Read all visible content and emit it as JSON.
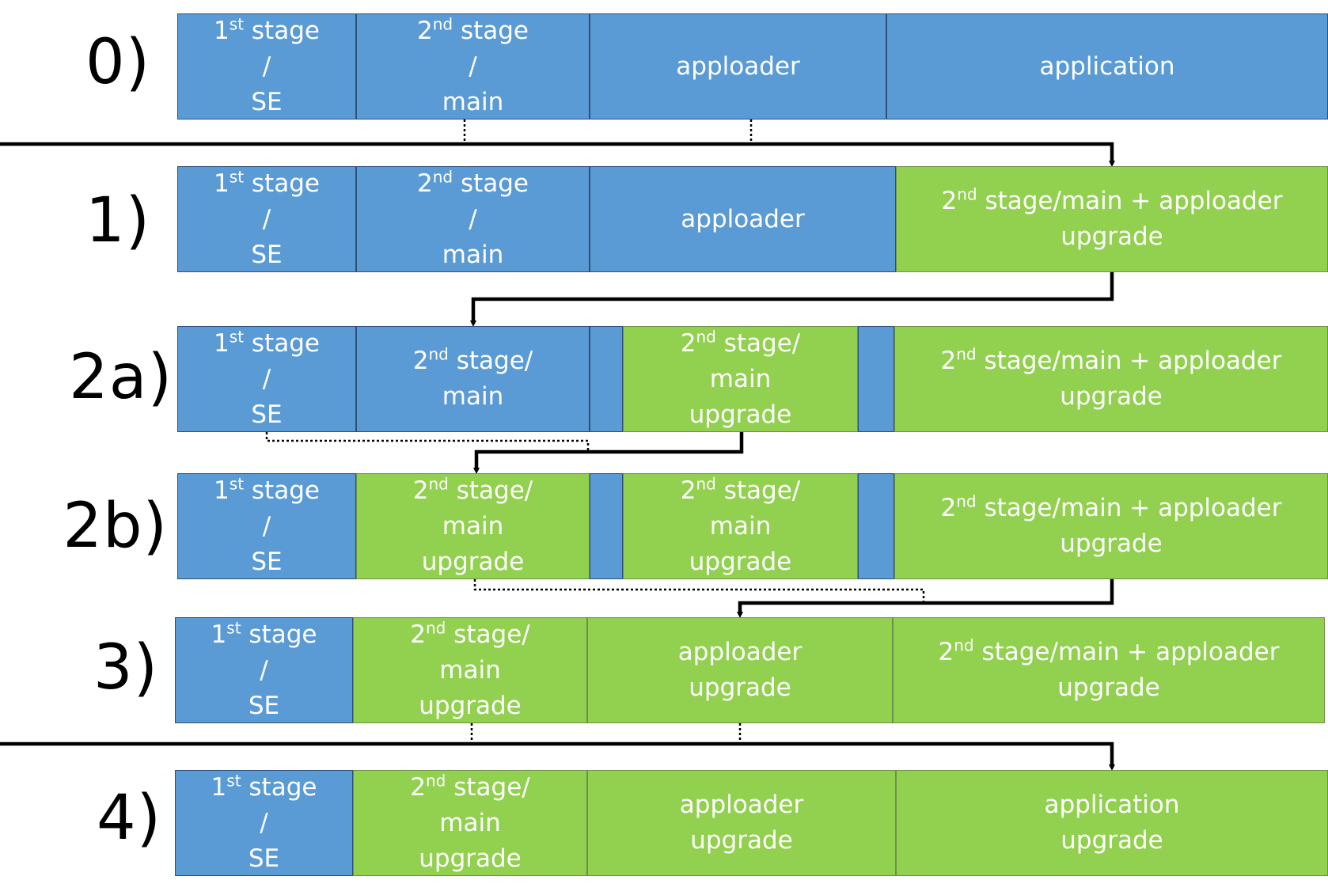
{
  "colors": {
    "blue_block": "#5b9bd5",
    "green_block": "#92d050",
    "arrow": "#000000",
    "text": "#ffffff"
  },
  "rows": [
    {
      "label": "0)",
      "blocks": [
        {
          "lines": [
            {
              "base": "1",
              "sup": "st",
              "rest": " stage"
            },
            {
              "base": "/"
            },
            {
              "base": "SE"
            }
          ],
          "color": "blue"
        },
        {
          "lines": [
            {
              "base": "2",
              "sup": "nd",
              "rest": " stage"
            },
            {
              "base": "/"
            },
            {
              "base": "main"
            }
          ],
          "color": "blue"
        },
        {
          "lines": [
            {
              "base": "apploader"
            }
          ],
          "color": "blue"
        },
        {
          "lines": [
            {
              "base": "application"
            }
          ],
          "color": "blue"
        }
      ]
    },
    {
      "label": "1)",
      "blocks": [
        {
          "lines": [
            {
              "base": "1",
              "sup": "st",
              "rest": " stage"
            },
            {
              "base": "/"
            },
            {
              "base": "SE"
            }
          ],
          "color": "blue"
        },
        {
          "lines": [
            {
              "base": "2",
              "sup": "nd",
              "rest": " stage"
            },
            {
              "base": "/"
            },
            {
              "base": "main"
            }
          ],
          "color": "blue"
        },
        {
          "lines": [
            {
              "base": "apploader"
            }
          ],
          "color": "blue"
        },
        {
          "lines": [
            {
              "base": "2",
              "sup": "nd",
              "rest": " stage/main + apploader"
            },
            {
              "base": "upgrade"
            }
          ],
          "color": "green"
        }
      ]
    },
    {
      "label": "2a)",
      "blocks": [
        {
          "lines": [
            {
              "base": "1",
              "sup": "st",
              "rest": " stage"
            },
            {
              "base": "/"
            },
            {
              "base": "SE"
            }
          ],
          "color": "blue"
        },
        {
          "lines": [
            {
              "base": "2",
              "sup": "nd",
              "rest": " stage/"
            },
            {
              "base": "main"
            }
          ],
          "color": "blue"
        },
        {
          "lines": [],
          "color": "blue"
        },
        {
          "lines": [
            {
              "base": "2",
              "sup": "nd",
              "rest": " stage/"
            },
            {
              "base": "main"
            },
            {
              "base": "upgrade"
            }
          ],
          "color": "green"
        },
        {
          "lines": [
            {
              "base": "2",
              "sup": "nd",
              "rest": " stage/main + apploader"
            },
            {
              "base": "upgrade"
            }
          ],
          "color": "green"
        }
      ]
    },
    {
      "label": "2b)",
      "blocks": [
        {
          "lines": [
            {
              "base": "1",
              "sup": "st",
              "rest": " stage"
            },
            {
              "base": "/"
            },
            {
              "base": "SE"
            }
          ],
          "color": "blue"
        },
        {
          "lines": [
            {
              "base": "2",
              "sup": "nd",
              "rest": " stage/"
            },
            {
              "base": "main"
            },
            {
              "base": "upgrade"
            }
          ],
          "color": "green"
        },
        {
          "lines": [],
          "color": "blue"
        },
        {
          "lines": [
            {
              "base": "2",
              "sup": "nd",
              "rest": " stage/"
            },
            {
              "base": "main"
            },
            {
              "base": "upgrade"
            }
          ],
          "color": "green"
        },
        {
          "lines": [
            {
              "base": "2",
              "sup": "nd",
              "rest": " stage/main + apploader"
            },
            {
              "base": "upgrade"
            }
          ],
          "color": "green"
        }
      ]
    },
    {
      "label": "3)",
      "blocks": [
        {
          "lines": [
            {
              "base": "1",
              "sup": "st",
              "rest": " stage"
            },
            {
              "base": "/"
            },
            {
              "base": "SE"
            }
          ],
          "color": "blue"
        },
        {
          "lines": [
            {
              "base": "2",
              "sup": "nd",
              "rest": " stage/"
            },
            {
              "base": "main"
            },
            {
              "base": "upgrade"
            }
          ],
          "color": "green"
        },
        {
          "lines": [
            {
              "base": "apploader"
            },
            {
              "base": "upgrade"
            }
          ],
          "color": "green"
        },
        {
          "lines": [
            {
              "base": "2",
              "sup": "nd",
              "rest": " stage/main + apploader"
            },
            {
              "base": "upgrade"
            }
          ],
          "color": "green"
        }
      ]
    },
    {
      "label": "4)",
      "blocks": [
        {
          "lines": [
            {
              "base": "1",
              "sup": "st",
              "rest": " stage"
            },
            {
              "base": "/"
            },
            {
              "base": "SE"
            }
          ],
          "color": "blue"
        },
        {
          "lines": [
            {
              "base": "2",
              "sup": "nd",
              "rest": " stage/"
            },
            {
              "base": "main"
            },
            {
              "base": "upgrade"
            }
          ],
          "color": "green"
        },
        {
          "lines": [
            {
              "base": "apploader"
            },
            {
              "base": "upgrade"
            }
          ],
          "color": "green"
        },
        {
          "lines": [
            {
              "base": "application"
            },
            {
              "base": "upgrade"
            }
          ],
          "color": "green"
        }
      ]
    }
  ]
}
